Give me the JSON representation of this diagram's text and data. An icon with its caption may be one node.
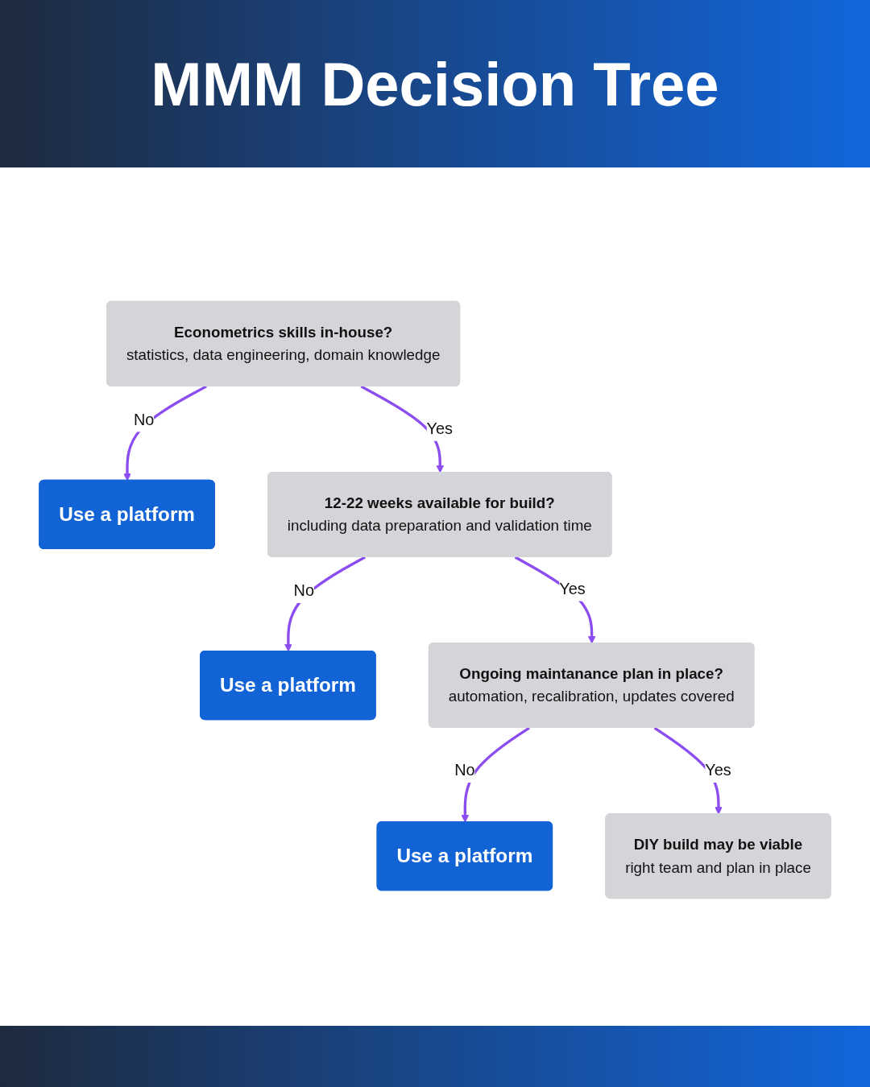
{
  "diagram": {
    "title": "MMM Decision Tree",
    "nodes": [
      {
        "text": [
          "Use a platform"
        ]
      },
      {
        "text": [
          "Econometrics skills in-house?",
          "statistics, data engineering, domain knowledge"
        ]
      },
      {
        "text": [
          "Use a platform"
        ]
      },
      {
        "text": [
          "12-22 weeks available for build?",
          "including data preparation and validation time"
        ]
      },
      {
        "text": [
          "Use a platform"
        ]
      },
      {
        "text": [
          "Ongoing maintanance plan in place?",
          "automation, recalibration, updates covered"
        ]
      },
      {
        "text": [
          "DIY build may be viable",
          "right team and plan in place"
        ]
      }
    ],
    "edges": [
      {
        "from": 1,
        "to": 0,
        "arrow": "to",
        "label": "No"
      },
      {
        "from": 1,
        "to": 3,
        "arrow": "to",
        "label": "Yes"
      },
      {
        "from": 3,
        "to": 2,
        "arrow": "to",
        "label": "No"
      },
      {
        "from": 3,
        "to": 5,
        "arrow": "to",
        "label": "Yes"
      },
      {
        "from": 5,
        "to": 4,
        "arrow": "to",
        "label": "No"
      },
      {
        "from": 5,
        "to": 6,
        "arrow": "to",
        "label": "Yes"
      }
    ]
  }
}
